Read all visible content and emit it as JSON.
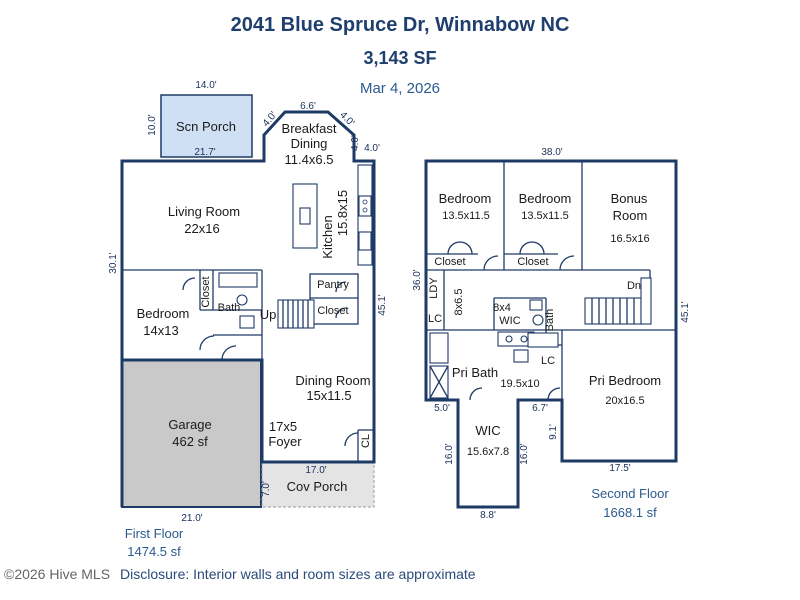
{
  "header": {
    "address": "2041 Blue Spruce Dr, Winnabow NC",
    "total_sf": "3,143 SF",
    "date": "Mar 4, 2026"
  },
  "first_floor": {
    "label": "First Floor",
    "area": "1474.5 sf",
    "rooms": {
      "scn_porch": "Scn Porch",
      "breakfast_name": "Breakfast",
      "breakfast_name2": "Dining",
      "breakfast_size": "11.4x6.5",
      "living_name": "Living Room",
      "living_size": "22x16",
      "kitchen_name": "Kitchen",
      "kitchen_size": "15.8x15",
      "pantry": "Pantry",
      "closet": "Closet",
      "bedroom_name": "Bedroom",
      "bedroom_size": "14x13",
      "bath": "Bath",
      "bedroom_closet": "Closet",
      "up": "Up",
      "dining_name": "Dining Room",
      "dining_size": "15x11.5",
      "garage_name": "Garage",
      "garage_size": "462 sf",
      "foyer_name": "Foyer",
      "foyer_size": "17x5",
      "cl": "CL",
      "cov_porch": "Cov Porch"
    },
    "dims": {
      "porch_top": "14.0'",
      "porch_side": "10.0'",
      "porch_bottom": "21.7'",
      "bay_top": "6.6'",
      "bay_left": "4.0'",
      "bay_right": "4.0'",
      "bay_right2": "4.0'",
      "bay_corner": "4.0'",
      "left_side": "30.1'",
      "right_side": "45.1'",
      "cov_porch_width": "17.0'",
      "cov_porch_depth": "7.0'",
      "bottom": "21.0'"
    }
  },
  "second_floor": {
    "label": "Second Floor",
    "area": "1668.1 sf",
    "rooms": {
      "bed1_name": "Bedroom",
      "bed1_size": "13.5x11.5",
      "bed2_name": "Bedroom",
      "bed2_size": "13.5x11.5",
      "bonus_name": "Bonus",
      "bonus_name2": "Room",
      "bonus_size": "16.5x16",
      "closet1": "Closet",
      "closet2": "Closet",
      "ldy": "LDY",
      "hall_size": "8x6.5",
      "lc1": "LC",
      "wic_small_size": "8x4",
      "wic_small": "WIC",
      "bath": "Bath",
      "lc2": "LC",
      "dn": "Dn",
      "pri_bath_name": "Pri Bath",
      "pri_bath_size": "19.5x10",
      "pri_bed_name": "Pri Bedroom",
      "pri_bed_size": "20x16.5",
      "wic_name": "WIC",
      "wic_size": "15.6x7.8"
    },
    "dims": {
      "top": "38.0'",
      "left_side": "36.0'",
      "right_side": "45.1'",
      "wic_left_top": "5.0'",
      "wic_right_top": "6.7'",
      "wic_left": "16.0'",
      "wic_right": "16.0'",
      "wic_bottom": "8.8'",
      "pri_bed_left": "9.1'",
      "pri_bed_bottom": "17.5'"
    }
  },
  "footer": {
    "copyright": "©2026 Hive MLS",
    "disclosure": "Disclosure: Interior walls and room sizes are approximate"
  }
}
